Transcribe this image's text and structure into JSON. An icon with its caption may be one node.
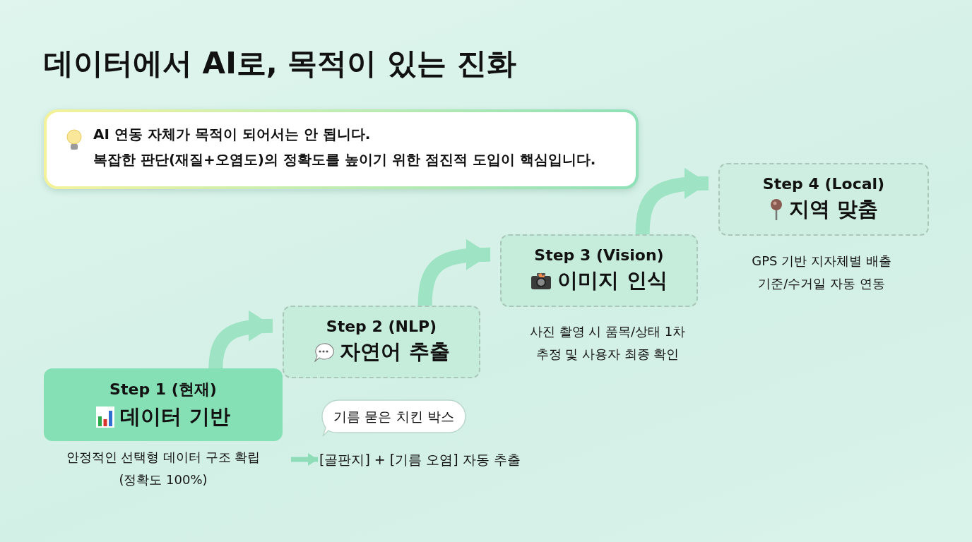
{
  "diagram": {
    "title": "데이터에서 AI로, 목적이 있는 진화",
    "nodes": [
      {
        "text": [
          "AI 연동 자체가 목적이 되어서는 안 됩니다.",
          "복잡한 판단(재질+오염도)의 정확도를 높이기 위한 점진적 도입이 핵심입니다."
        ]
      },
      {
        "text": [
          "Step 1 (현재)",
          "데이터 기반"
        ],
        "beside": [
          "안정적인 선택형 데이터 구조 확립 (정확도 100%)"
        ]
      },
      {
        "text": [
          "Step 2 (NLP)",
          "자연어 추출"
        ]
      },
      {
        "text": [
          "기름 묻은 치킨 박스"
        ]
      },
      {
        "text": [
          "[골판지] + [기름 오염] 자동 추출"
        ]
      },
      {
        "text": [
          "Step 3 (Vision)",
          "이미지 인식"
        ],
        "beside": [
          "사진 촬영 시 품목/상태 1차 추정 및 사용자 최종 확인"
        ]
      },
      {
        "text": [
          "Step 4 (Local)",
          "지역 맞춤"
        ],
        "beside": [
          "GPS 기반 지자체별 배출 기준/수거일 자동 연동"
        ]
      }
    ],
    "edges": [
      {
        "from": 1,
        "to": 2,
        "arrow": "to"
      },
      {
        "from": 2,
        "to": 5,
        "arrow": "to"
      },
      {
        "from": 5,
        "to": 6,
        "arrow": "to"
      },
      {
        "from": null,
        "to": 4,
        "arrow": "to"
      }
    ]
  }
}
